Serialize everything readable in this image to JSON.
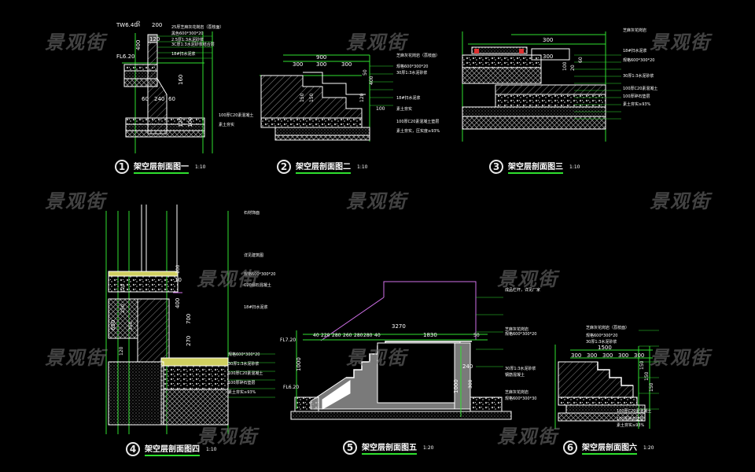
{
  "watermark": "景观街",
  "colors": {
    "background": "#000000",
    "dimension": "#2fe02f",
    "outline": "#ffffff",
    "hatch": "#8a8a8a",
    "leader": "#e8e83a",
    "magenta": "#d070e8",
    "blue": "#4a4ae0",
    "red": "#e03030"
  },
  "sections": [
    {
      "num": "1",
      "title": "架空层剖面图一",
      "scale": "1:10",
      "dims": [
        "TW6.40",
        "50",
        "200",
        "120",
        "400",
        "FL6.20",
        "60",
        "240",
        "60",
        "160",
        "120",
        "100"
      ],
      "notes": [
        "25厚芝麻灰花岗岩（荔枝面）",
        "黑色600*300*20",
        "2.5厚1:3水泥砂浆",
        "3C厚1:3水泥砂浆结合层",
        "18#扫水泥浆",
        "100厚C20素混凝土",
        "素土夯实"
      ]
    },
    {
      "num": "2",
      "title": "架空层剖面图二",
      "scale": "1:10",
      "dims": [
        "900",
        "300",
        "300",
        "300",
        "50",
        "150",
        "150",
        "120",
        "400",
        "100"
      ],
      "notes": [
        "芝麻灰花岗岩（荔枝面）",
        "规格600*300*20",
        "30厚1:3水泥砂浆",
        "18#扫水泥浆",
        "素土夯实",
        "100厚C20素混凝土垫层",
        "素土夯实，压实度≥93%"
      ]
    },
    {
      "num": "3",
      "title": "架空层剖面图三",
      "scale": "1:10",
      "dims": [
        "300",
        "300",
        "100",
        "20",
        "60"
      ],
      "notes": [
        "芝麻灰花岗岩",
        "18#扫水泥浆",
        "规格600*300*20",
        "30厚1:3水泥砂浆",
        "100厚C20素混凝土",
        "100厚碎石垫层",
        "素土夯实≥93%"
      ]
    },
    {
      "num": "4",
      "title": "架空层剖面图四",
      "scale": "1:10",
      "dims": [
        "10",
        "120",
        "100",
        "250",
        "350",
        "400",
        "650",
        "700",
        "270",
        "120"
      ],
      "notes": [
        "石材饰面",
        "详见建筑图",
        "规格600*300*20",
        "C20细石混凝土",
        "18#扫水泥浆",
        "规格600*300*20",
        "30厚1:3水泥砂浆",
        "100厚C20素混凝土",
        "100厚碎石垫层",
        "素土夯实≥93%"
      ]
    },
    {
      "num": "5",
      "title": "架空层剖面图五",
      "scale": "1:20",
      "dims": [
        "3270",
        "1830",
        "40",
        "220",
        "280",
        "260",
        "280",
        "280",
        "40",
        "50",
        "FL7.20",
        "FL6.20",
        "1000",
        "1000",
        "240",
        "300"
      ],
      "notes": [
        "成品栏杆，详见厂家",
        "芝麻灰花岗岩",
        "规格600*300*20",
        "30厚1:3水泥砂浆",
        "钢筋混凝土",
        "芝麻灰花岗岩",
        "规格600*300*30"
      ]
    },
    {
      "num": "6",
      "title": "架空层剖面图六",
      "scale": "1:20",
      "dims": [
        "1500",
        "300",
        "300",
        "300",
        "300",
        "300",
        "150",
        "150",
        "150"
      ],
      "notes": [
        "芝麻灰花岗岩（荔枝面）",
        "规格600*300*20",
        "30厚1:3水泥砂浆",
        "100厚C20素混凝土",
        "100厚碎石垫层",
        "素土夯实≥93%"
      ]
    }
  ]
}
